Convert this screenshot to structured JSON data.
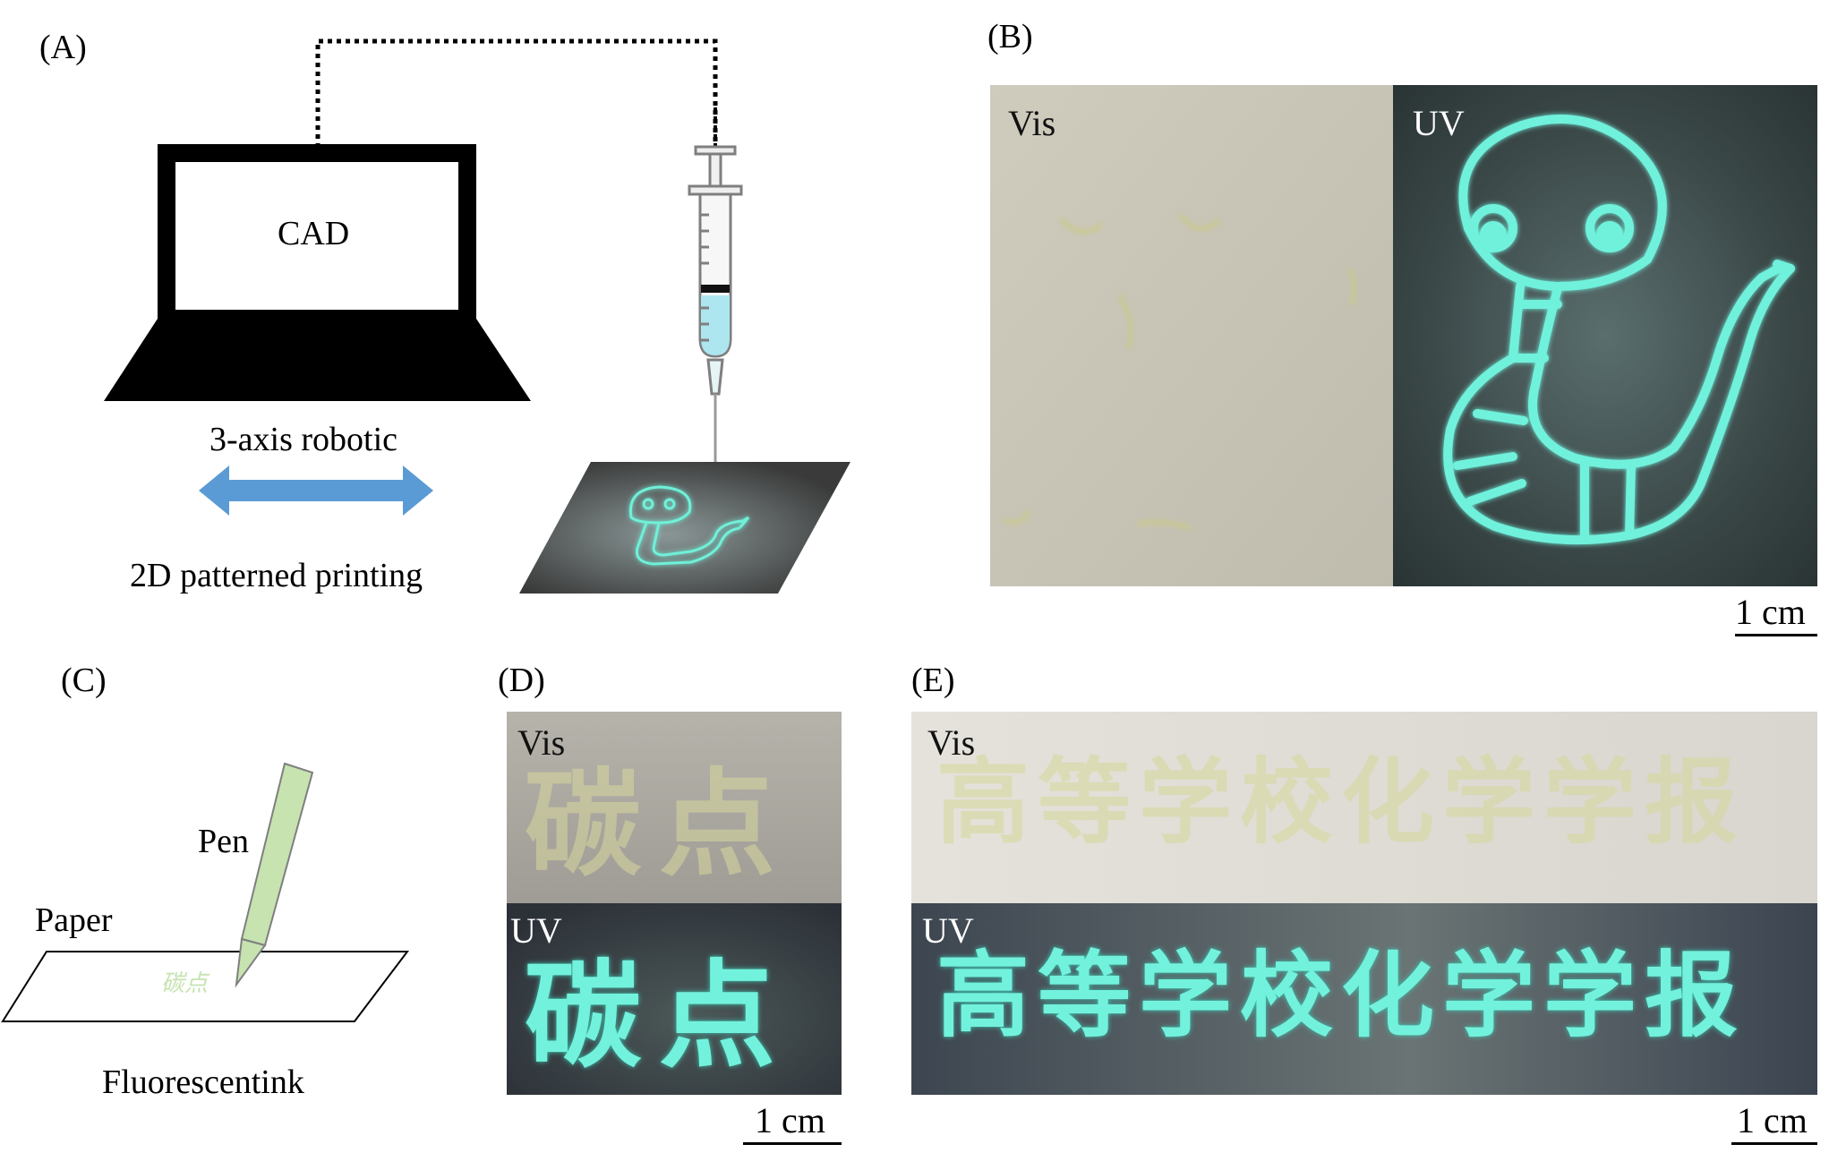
{
  "panels": {
    "a": "(A)",
    "b": "(B)",
    "c": "(C)",
    "d": "(D)",
    "e": "(E)"
  },
  "panel_a": {
    "screen_text": "CAD",
    "arrow_caption_top": "3-axis robotic",
    "arrow_caption_bottom": "2D patterned printing",
    "colors": {
      "arrow": "#5b9bd5",
      "ink": "#6ff0d8",
      "liquid": "#aee6f0"
    }
  },
  "panel_b": {
    "vis_label": "Vis",
    "uv_label": "UV",
    "scale": "1 cm"
  },
  "panel_c": {
    "pen_label": "Pen",
    "paper_label": "Paper",
    "ink_label": "Fluorescentink",
    "written_text": "碳点",
    "colors": {
      "pen": "#c6e3b0"
    }
  },
  "panel_d": {
    "vis_label": "Vis",
    "uv_label": "UV",
    "text": "碳点",
    "scale": "1 cm"
  },
  "panel_e": {
    "vis_label": "Vis",
    "uv_label": "UV",
    "text": "高等学校化学学报",
    "scale": "1 cm"
  }
}
